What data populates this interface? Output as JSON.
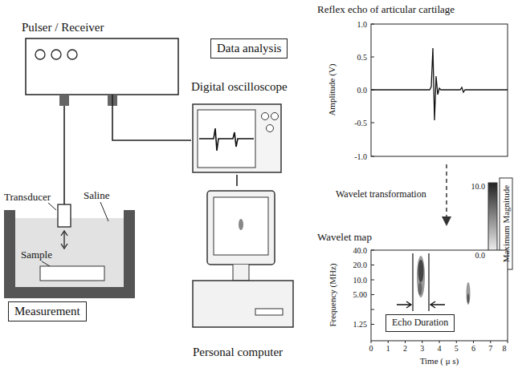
{
  "diagram": {
    "nodes": [
      {
        "text": [
          "Pulser / Receiver"
        ]
      },
      {
        "text": [
          "Data analysis"
        ]
      },
      {
        "text": [
          "Digital oscilloscope"
        ]
      },
      {
        "text": [
          "Measurement"
        ]
      },
      {
        "text": [
          "Personal computer"
        ]
      },
      {
        "text": [
          "Echo Duration"
        ]
      }
    ],
    "edges": [
      {
        "from": 0,
        "to": 2,
        "arrow": "none"
      },
      {
        "from": 2,
        "to": 4,
        "arrow": "none"
      }
    ],
    "labels": [
      "Transducer",
      "Saline",
      "Sample",
      "Reflex echo of articular cartilage",
      "1.0",
      "0.5",
      "0.0",
      "-0.5",
      "-1.0",
      "Amplitude (V)",
      "Wavelet transformation",
      "10.0",
      "0.0",
      "Maximum Magnitude",
      "Wavelet map",
      "Frequency (MHz)",
      "40.0",
      "20.0",
      "10.0",
      "5.00",
      "1.25",
      "0",
      "1",
      "2",
      "3",
      "4",
      "5",
      "6",
      "7",
      "8",
      "Time ( μ s)"
    ]
  }
}
